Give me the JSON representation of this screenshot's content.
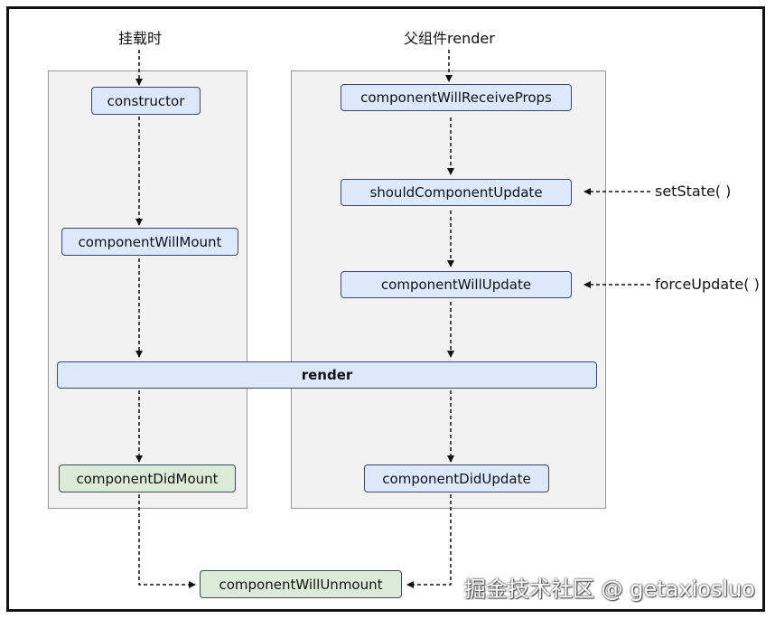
{
  "labels": {
    "mount_trigger": "挂载时",
    "parent_render_trigger": "父组件render",
    "set_state": "setState( )",
    "force_update": "forceUpdate( )"
  },
  "nodes": {
    "constructor": "constructor",
    "component_will_mount": "componentWillMount",
    "render": "render",
    "component_did_mount": "componentDidMount",
    "component_will_receive_props": "componentWillReceiveProps",
    "should_component_update": "shouldComponentUpdate",
    "component_will_update": "componentWillUpdate",
    "component_did_update": "componentDidUpdate",
    "component_will_unmount": "componentWillUnmount"
  },
  "colors": {
    "update_node_fill": "#dce8fb",
    "terminal_node_fill": "#dcebd8",
    "group_fill": "#f2f2f2"
  },
  "watermark": "掘金技术社区 @ getaxiosluo"
}
